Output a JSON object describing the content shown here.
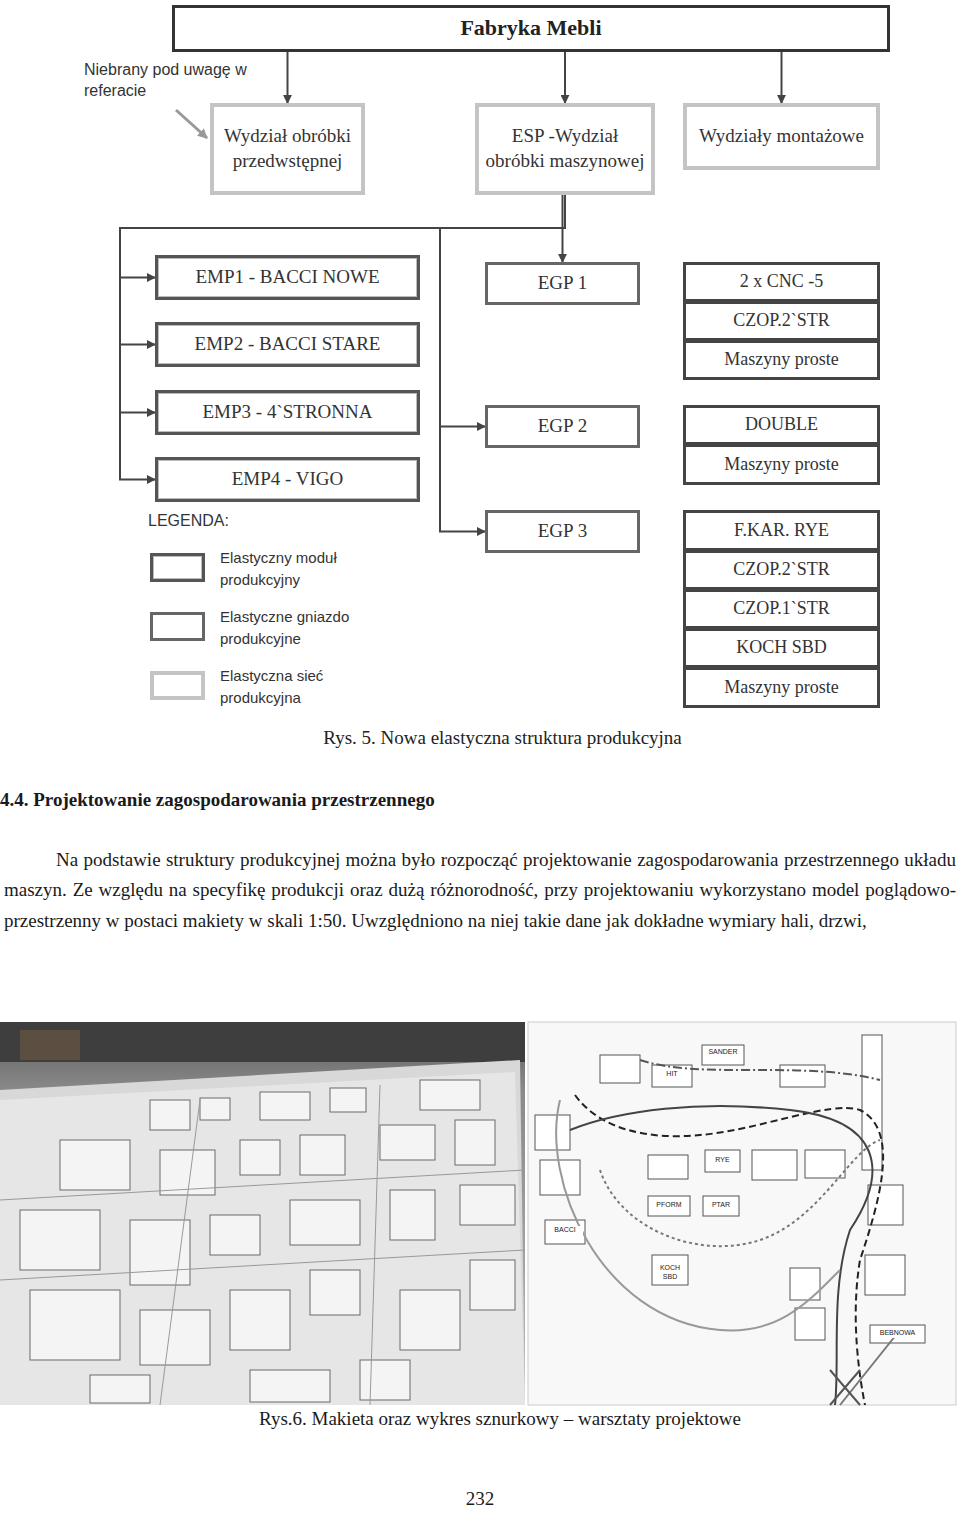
{
  "diagram": {
    "caption": "Rys. 5. Nowa elastyczna struktura produkcyjna",
    "nodes": [
      {
        "text": [
          "Fabryka Mebli"
        ]
      },
      {
        "text": [
          "Wydział obróbki przedwstępnej"
        ]
      },
      {
        "text": [
          "ESP -Wydział obróbki maszynowej"
        ]
      },
      {
        "text": [
          "Wydziały montażowe"
        ]
      },
      {
        "text": [
          "EMP1 - BACCI NOWE"
        ]
      },
      {
        "text": [
          "EMP2 - BACCI STARE"
        ]
      },
      {
        "text": [
          "EMP3 - 4`STRONNA"
        ]
      },
      {
        "text": [
          "EMP4 - VIGO"
        ]
      },
      {
        "text": [
          "EGP 1"
        ]
      },
      {
        "text": [
          "EGP 2"
        ]
      },
      {
        "text": [
          "EGP 3"
        ]
      },
      {
        "text": [
          "2 x CNC -5"
        ]
      },
      {
        "text": [
          "CZOP.2`STR"
        ]
      },
      {
        "text": [
          "Maszyny proste"
        ]
      },
      {
        "text": [
          "DOUBLE"
        ]
      },
      {
        "text": [
          "Maszyny proste"
        ]
      },
      {
        "text": [
          "F.KAR. RYE"
        ]
      },
      {
        "text": [
          "CZOP.2`STR"
        ]
      },
      {
        "text": [
          "CZOP.1`STR"
        ]
      },
      {
        "text": [
          "KOCH SBD"
        ]
      },
      {
        "text": [
          "Maszyny proste"
        ]
      }
    ],
    "edges": [
      {
        "from": 0,
        "to": 1,
        "arrow": "to"
      },
      {
        "from": 0,
        "to": 2,
        "arrow": "to"
      },
      {
        "from": 0,
        "to": 3,
        "arrow": "to"
      },
      {
        "from": 2,
        "to": 4,
        "arrow": "to"
      },
      {
        "from": 2,
        "to": 5,
        "arrow": "to"
      },
      {
        "from": 2,
        "to": 6,
        "arrow": "to"
      },
      {
        "from": 2,
        "to": 7,
        "arrow": "to"
      },
      {
        "from": 2,
        "to": 8,
        "arrow": "to"
      },
      {
        "from": 2,
        "to": 9,
        "arrow": "to"
      },
      {
        "from": 2,
        "to": 10,
        "arrow": "to"
      }
    ],
    "labels": [
      "Niebrany pod uwagę w referacie",
      "LEGENDA:",
      "4.4. Projektowanie zagospodarowania przestrzennego",
      "Na podstawie struktury produkcyjnej można było rozpocząć projektowanie zagospodarowania przestrzennego układu maszyn. Ze względu na specyfikę produkcji oraz dużą różnorodność, przy projektowaniu wykorzystano model poglądowo-przestrzenny w postaci makiety w skali 1:50. Uwzględniono na niej takie dane jak dokładne wymiary hali, drzwi,",
      "Rys.6. Makieta oraz wykres sznurkowy – warsztaty projektowe",
      "232",
      "SANDER",
      "HIT",
      "BACCI",
      "KOCH SBD",
      "PFORM",
      "PTAR",
      "RYE",
      "BEBNOWA"
    ],
    "legend": [
      {
        "text": "Elastyczny moduł produkcyjny"
      },
      {
        "text": "Elastyczne gniazdo produkcyjne"
      },
      {
        "text": "Elastyczna sieć produkcyjna"
      }
    ]
  }
}
